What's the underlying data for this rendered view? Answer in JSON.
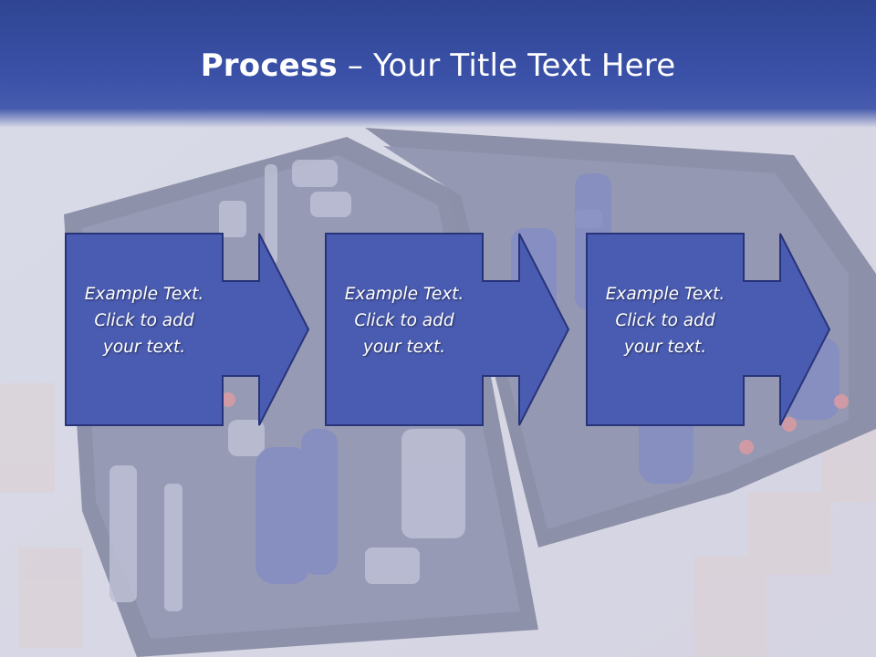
{
  "title": {
    "bold": "Process",
    "rest": " – Your Title Text Here"
  },
  "steps": [
    {
      "text": "Example Text.\nClick  to add\nyour text."
    },
    {
      "text": "Example Text.\nClick  to add\nyour text."
    },
    {
      "text": "Example Text.\nClick  to add\nyour text."
    }
  ],
  "colors": {
    "title_band": "#3a51a8",
    "shape_fill": "#4a5cb2",
    "shape_stroke": "#28347a",
    "text": "#ffffff"
  },
  "background": {
    "icon": "toolbox-photo"
  }
}
